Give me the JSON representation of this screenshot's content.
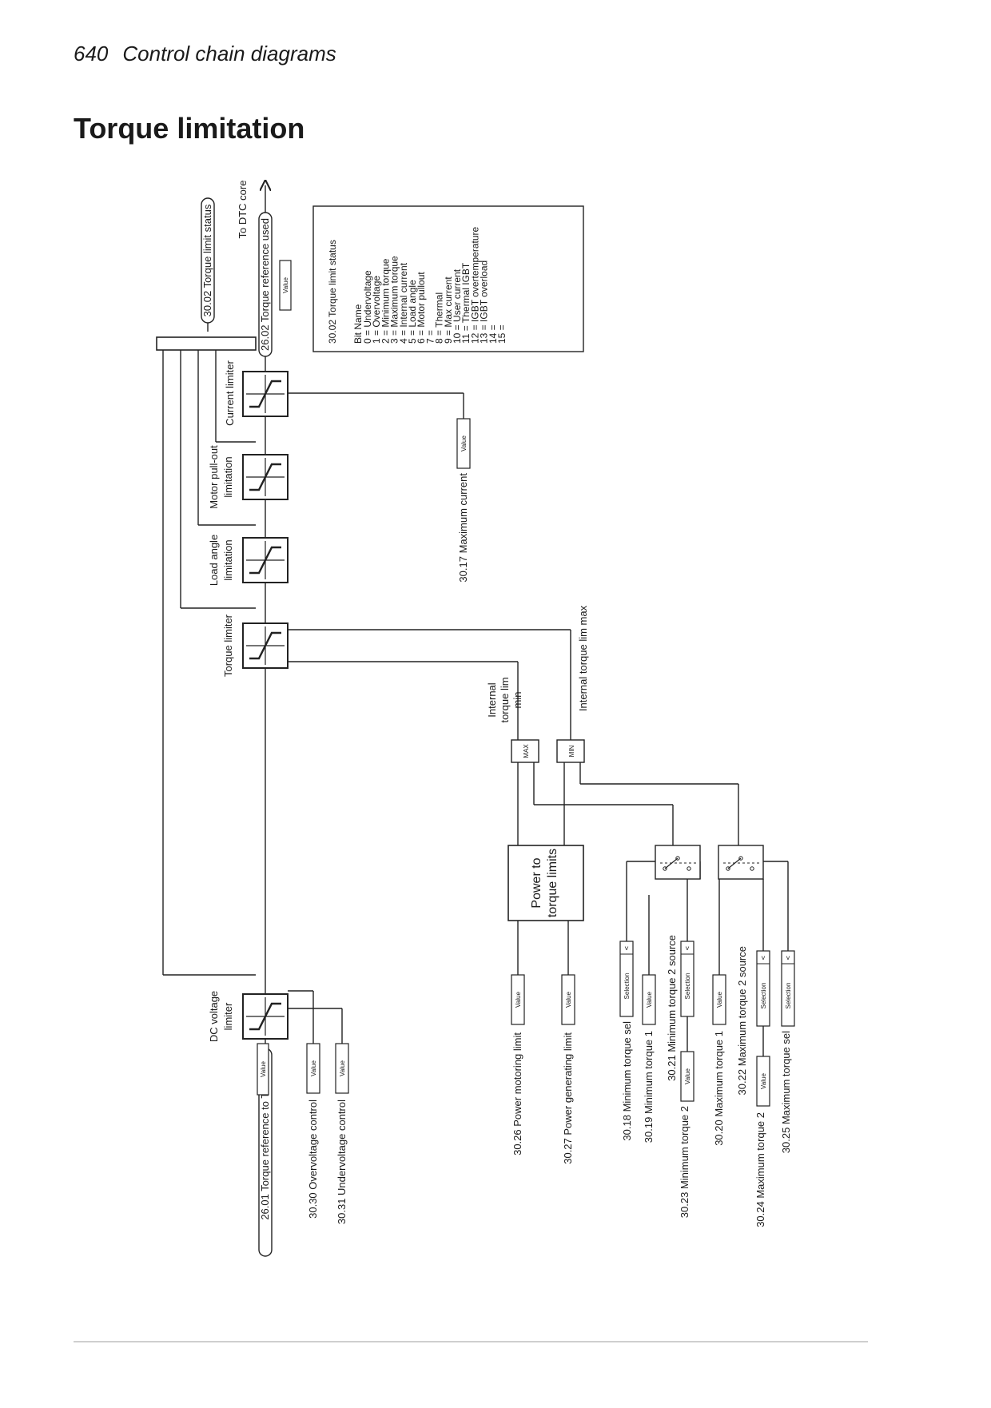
{
  "header": {
    "page_number": "640",
    "section": "Control chain diagrams"
  },
  "title": "Torque limitation",
  "blocks": {
    "torque_limit_status": "30.02 Torque limit status",
    "torque_reference_used": "26.02 Torque reference used",
    "to_dtc_core": "To DTC core",
    "torque_reference_to_tc": "26.01 Torque reference to TC",
    "current_limiter": "Current limiter",
    "motor_pullout": [
      "Motor pull-out",
      "limitation"
    ],
    "load_angle": [
      "Load angle",
      "limitation"
    ],
    "torque_limiter": "Torque limiter",
    "dc_voltage_limiter": [
      "DC voltage",
      "limiter"
    ],
    "power_to_torque": [
      "Power to",
      "torque limits"
    ],
    "internal_torque_lim_min": [
      "Internal",
      "torque lim",
      "min"
    ],
    "internal_torque_lim_max": "Internal torque lim max",
    "max_label": "MAX",
    "min_label": "MIN"
  },
  "box_labels": {
    "value": "Value",
    "selection": "Selection"
  },
  "parameters": {
    "p3017": "30.17 Maximum current",
    "p3030": "30.30 Overvoltage control",
    "p3031": "30.31 Undervoltage control",
    "p3026": "30.26 Power motoring limit",
    "p3027": "30.27 Power generating limit",
    "p3018": "30.18 Minimum torque sel",
    "p3019": "30.19 Minimum torque 1",
    "p3021": "30.21 Minimum torque 2 source",
    "p3023": "30.23 Minimum torque 2",
    "p3020": "30.20 Maximum torque 1",
    "p3022": "30.22 Maximum torque 2 source",
    "p3024": "30.24 Maximum torque 2",
    "p3025": "30.25 Maximum torque sel"
  },
  "status_table": {
    "title": "30.02 Torque limit status",
    "header": "Bit  Name",
    "rows": [
      "0 = Undervoltage",
      "1 = Overvoltage",
      "2 = Minimum torque",
      "3 = Maximum torque",
      "4 = Internal current",
      "5 = Load angle",
      "6 = Motor pullout",
      "7 =",
      "8 = Thermal",
      "9 = Max current",
      "10 = User current",
      "11 = Thermal IGBT",
      "12 = IGBT overtemperature",
      "13 = IGBT overload",
      "14 =",
      "15 ="
    ]
  }
}
